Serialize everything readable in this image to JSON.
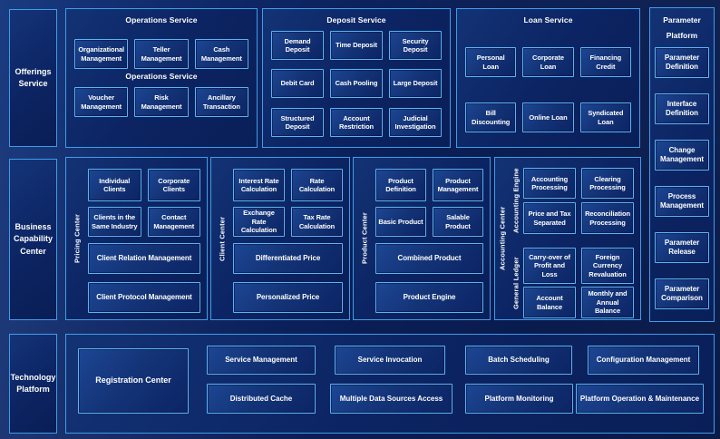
{
  "left_labels": {
    "offerings": "Offerings Service",
    "business": "Business Capability Center",
    "technology": "Technology Platform"
  },
  "offerings": {
    "operations": {
      "title": "Operations Service",
      "mid_title": "Operations Service",
      "row1": [
        "Organizational Management",
        "Teller Management",
        "Cash Management"
      ],
      "row2": [
        "Voucher Management",
        "Risk Management",
        "Ancillary Transaction"
      ]
    },
    "deposit": {
      "title": "Deposit Service",
      "rows": [
        [
          "Demand Deposit",
          "Time Deposit",
          "Security Deposit"
        ],
        [
          "Debit Card",
          "Cash Pooling",
          "Large Deposit"
        ],
        [
          "Structured Deposit",
          "Account Restriction",
          "Judicial Investigation"
        ]
      ]
    },
    "loan": {
      "title": "Loan Service",
      "rows": [
        [
          "Personal Loan",
          "Corporate Loan",
          "Financing Credit"
        ],
        [
          "Bill Discounting",
          "Online Loan",
          "Syndicated Loan"
        ]
      ]
    }
  },
  "parameter": {
    "title": "Parameter Platform",
    "items": [
      "Parameter Definition",
      "Interface Definition",
      "Change Management",
      "Process Management",
      "Parameter Release",
      "Parameter Comparison"
    ]
  },
  "business": {
    "pricing": {
      "side_label": "Pricing Center",
      "cells": [
        "Individual Clients",
        "Corporate Clients",
        "Clients in the Same Industry",
        "Contact Management"
      ],
      "wide": [
        "Client Relation Management",
        "Client Protocol Management"
      ]
    },
    "client": {
      "side_label": "Client Center",
      "cells": [
        "Interest Rate Calculation",
        "Rate Calculation",
        "Exchange Rate Calculation",
        "Tax Rate Calculation"
      ],
      "wide": [
        "Differentiated Price",
        "Personalized Price"
      ]
    },
    "product": {
      "side_label": "Product Center",
      "cells": [
        "Product Definition",
        "Product Management",
        "Basic Product",
        "Salable Product"
      ],
      "wide": [
        "Combined Product",
        "Product Engine"
      ]
    },
    "accounting": {
      "side_label": "Accounting Center",
      "groups": [
        {
          "side_label": "Accounting Engine",
          "cells": [
            "Accounting Processing",
            "Clearing Processing",
            "Price and Tax Separated",
            "Reconciliation Processing"
          ]
        },
        {
          "side_label": "General Ledger",
          "cells": [
            "Carry-over of Profit and Loss",
            "Foreign Currency Revaluation",
            "Account Balance",
            "Monthly and Annual Balance"
          ]
        }
      ]
    }
  },
  "technology": {
    "registration": "Registration Center",
    "grid": {
      "row1": [
        "Service Management",
        "Service Invocation",
        "Batch Scheduling",
        "Configuration Management"
      ],
      "row2": [
        "Distributed Cache",
        "Multiple Data Sources Access",
        "Platform Monitoring",
        "Platform Operation & Maintenance"
      ]
    }
  },
  "colors": {
    "background": "#0a1e55",
    "section_border": "#3f9ce8",
    "cell_border": "#5bb3f4",
    "text": "#ffffff"
  }
}
